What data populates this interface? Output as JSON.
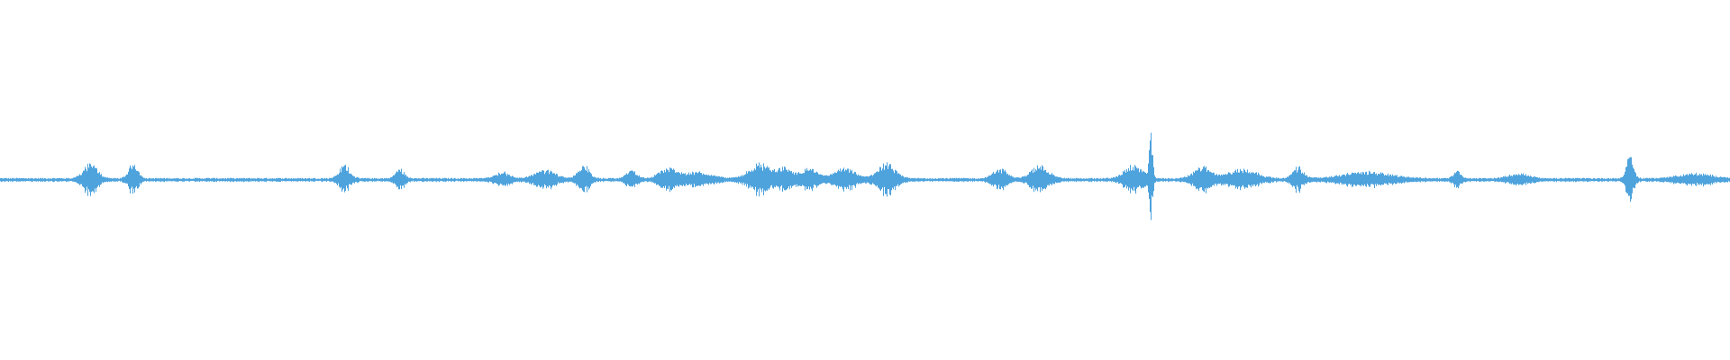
{
  "waveform": {
    "color": "#4ea3dd",
    "background": "#ffffff",
    "bursts": [
      {
        "t": 0.052,
        "amp": 0.09,
        "width": 0.004
      },
      {
        "t": 0.077,
        "amp": 0.1,
        "width": 0.0025
      },
      {
        "t": 0.199,
        "amp": 0.08,
        "width": 0.003
      },
      {
        "t": 0.231,
        "amp": 0.06,
        "width": 0.0025
      },
      {
        "t": 0.29,
        "amp": 0.04,
        "width": 0.004
      },
      {
        "t": 0.315,
        "amp": 0.05,
        "width": 0.006
      },
      {
        "t": 0.337,
        "amp": 0.09,
        "width": 0.003
      },
      {
        "t": 0.365,
        "amp": 0.05,
        "width": 0.003
      },
      {
        "t": 0.386,
        "amp": 0.06,
        "width": 0.005
      },
      {
        "t": 0.403,
        "amp": 0.04,
        "width": 0.008
      },
      {
        "t": 0.439,
        "amp": 0.09,
        "width": 0.006
      },
      {
        "t": 0.453,
        "amp": 0.06,
        "width": 0.004
      },
      {
        "t": 0.467,
        "amp": 0.06,
        "width": 0.005
      },
      {
        "t": 0.488,
        "amp": 0.06,
        "width": 0.006
      },
      {
        "t": 0.512,
        "amp": 0.09,
        "width": 0.005
      },
      {
        "t": 0.578,
        "amp": 0.06,
        "width": 0.004
      },
      {
        "t": 0.601,
        "amp": 0.08,
        "width": 0.005
      },
      {
        "t": 0.655,
        "amp": 0.08,
        "width": 0.005
      },
      {
        "t": 0.665,
        "amp": 0.25,
        "width": 0.001
      },
      {
        "t": 0.695,
        "amp": 0.07,
        "width": 0.005
      },
      {
        "t": 0.718,
        "amp": 0.06,
        "width": 0.008
      },
      {
        "t": 0.75,
        "amp": 0.07,
        "width": 0.003
      },
      {
        "t": 0.79,
        "amp": 0.04,
        "width": 0.014
      },
      {
        "t": 0.842,
        "amp": 0.05,
        "width": 0.002
      },
      {
        "t": 0.878,
        "amp": 0.03,
        "width": 0.006
      },
      {
        "t": 0.942,
        "amp": 0.14,
        "width": 0.002
      },
      {
        "t": 0.98,
        "amp": 0.03,
        "width": 0.01
      }
    ]
  }
}
